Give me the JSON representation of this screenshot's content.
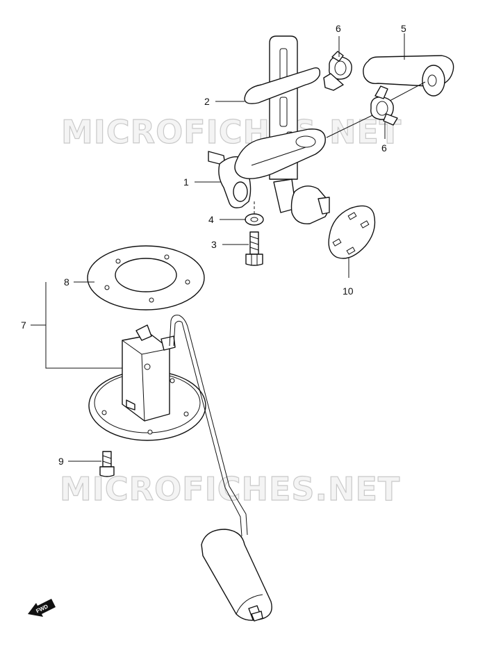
{
  "watermark": "MICROFICHES.NET",
  "fwd_label": "FWD",
  "callouts": [
    {
      "id": "1",
      "text": "1"
    },
    {
      "id": "2",
      "text": "2"
    },
    {
      "id": "3",
      "text": "3"
    },
    {
      "id": "4",
      "text": "4"
    },
    {
      "id": "5",
      "text": "5"
    },
    {
      "id": "6a",
      "text": "6"
    },
    {
      "id": "6b",
      "text": "6"
    },
    {
      "id": "7",
      "text": "7"
    },
    {
      "id": "8",
      "text": "8"
    },
    {
      "id": "9",
      "text": "9"
    },
    {
      "id": "10",
      "text": "10"
    }
  ]
}
